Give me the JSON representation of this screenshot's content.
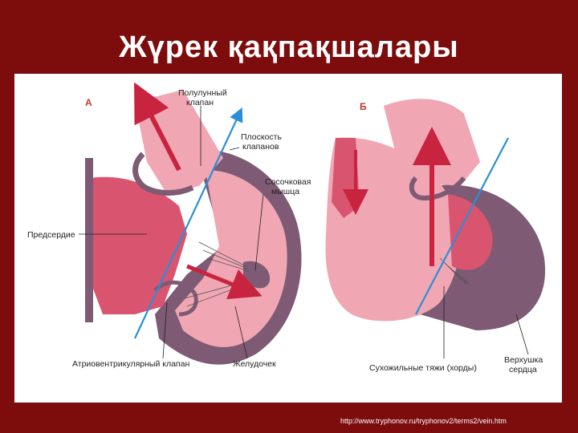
{
  "slide": {
    "title": "Жүрек қақпақшалары",
    "source_url": "http://www.tryphonov.ru/tryphonov2/terms2/vein.htm"
  },
  "diagram": {
    "panel_a_label": "А",
    "panel_b_label": "Б",
    "labels": {
      "semilunar_valve_1": "Полулунный",
      "semilunar_valve_2": "клапан",
      "valve_plane_1": "Плоскость",
      "valve_plane_2": "клапанов",
      "papillary_muscle_1": "Сосочковая",
      "papillary_muscle_2": "мышца",
      "atrium": "Предсердие",
      "av_valve": "Атриовентрикулярный клапан",
      "ventricle": "Желудочек",
      "chordae": "Сухожильные тяжи (хорды)",
      "apex_1": "Верхушка",
      "apex_2": "сердца"
    },
    "colors": {
      "muscle_wall": "#7e5a74",
      "blood_light": "#f0a7b3",
      "blood_dark": "#d9546f",
      "valve_plane_line": "#2a8fd6",
      "flow_arrow": "#c8243f",
      "background": "#7d0c0c"
    }
  }
}
